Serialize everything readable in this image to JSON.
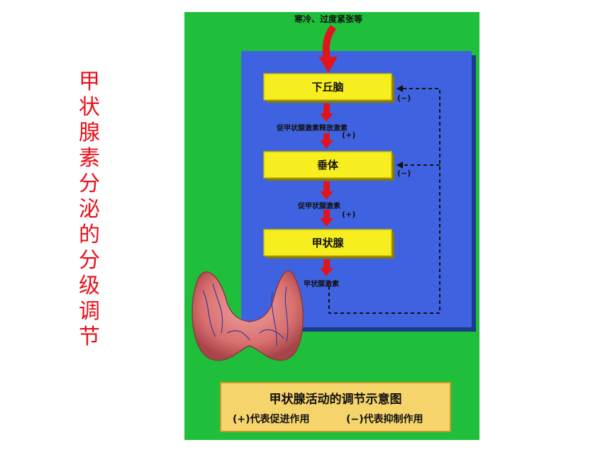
{
  "side_title": [
    "甲",
    "状",
    "腺",
    "素",
    "分",
    "泌",
    "的",
    "分",
    "级",
    "调",
    "节"
  ],
  "diagram": {
    "condition": "寒冷、过度紧张等",
    "boxes": [
      "下丘脑",
      "垂体",
      "甲状腺"
    ],
    "hormones": [
      "促甲状腺激素释放激素",
      "促甲状腺激素",
      "甲状腺激素"
    ],
    "plus_signs": [
      "(+)",
      "(+)"
    ],
    "minus_signs": [
      "(−)",
      "(−)"
    ]
  },
  "legend": {
    "title": "甲状腺活动的调节示意图",
    "plus_desc": "(+)代表促进作用",
    "minus_desc": "(−)代表抑制作用"
  },
  "colors": {
    "title_red": "#e8101a",
    "panel_green": "#1fbf3c",
    "diagram_blue": "#3f63e0",
    "box_yellow": "#f6ee1e",
    "arrow_red": "#e0141c",
    "legend_bg": "#f6d46c"
  },
  "icons": [
    "thyroid-gland-icon",
    "down-arrow-icon",
    "dashed-feedback-arrow-icon"
  ]
}
